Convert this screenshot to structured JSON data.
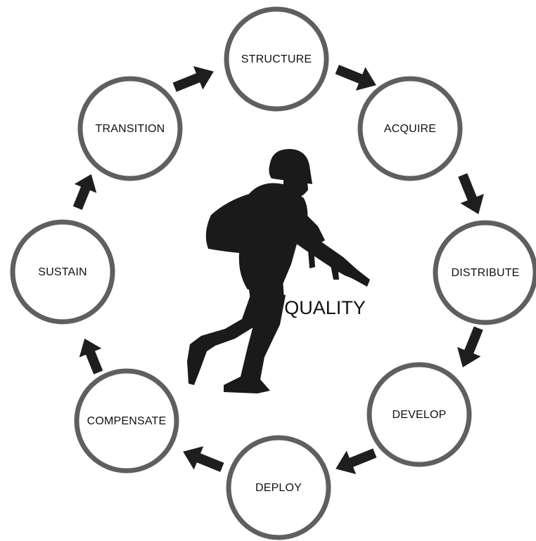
{
  "diagram": {
    "center_label": "QUALITY",
    "stages": [
      {
        "id": "structure",
        "label": "STRUCTURE"
      },
      {
        "id": "acquire",
        "label": "ACQUIRE"
      },
      {
        "id": "distribute",
        "label": "DISTRIBUTE"
      },
      {
        "id": "develop",
        "label": "DEVELOP"
      },
      {
        "id": "deploy",
        "label": "DEPLOY"
      },
      {
        "id": "compensate",
        "label": "COMPENSATE"
      },
      {
        "id": "sustain",
        "label": "SUSTAIN"
      },
      {
        "id": "transition",
        "label": "TRANSITION"
      }
    ],
    "flow": "clockwise",
    "center_icon": "soldier-with-rifle-icon"
  }
}
